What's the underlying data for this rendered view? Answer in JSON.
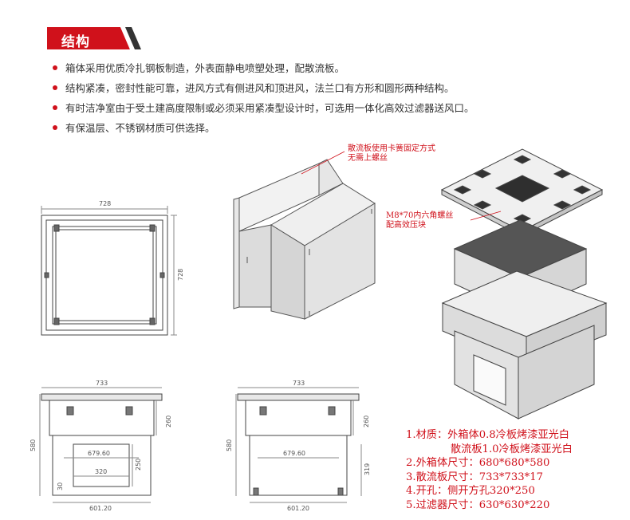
{
  "section": {
    "title": "结构"
  },
  "bullets": [
    "箱体采用优质冷扎钢板制造，外表面静电喷塑处理，配散流板。",
    "结构紧凑，密封性能可靠，进风方式有侧进风和顶进风，法兰口有方形和圆形两种结构。",
    "有时洁净室由于受土建高度限制或必须采用紧凑型设计时，可选用一体化高效过滤器送风口。",
    "有保温层、不锈钢材质可供选择。"
  ],
  "annotations": {
    "diffuser_1": "散流板使用卡簧固定方式",
    "diffuser_2": "无需上螺丝",
    "filter_1": "M8*70内六角螺丝",
    "filter_2": "配高效压块"
  },
  "dimensions": {
    "top_width": "728",
    "top_height": "728",
    "side_width_1": "733",
    "side_width_2": "733",
    "side_height_1": "580",
    "side_height_2": "580",
    "flange_1": "260",
    "flange_2": "260",
    "inner_1": "679.60",
    "inner_2": "679.60",
    "opening_w": "320",
    "opening_h": "250",
    "bottom_off": "30",
    "right_h": "319",
    "base_1": "601.20",
    "base_2": "601.20"
  },
  "specs": [
    "1.材质：外箱体0.8冷板烤漆亚光白",
    "散流板1.0冷板烤漆亚光白",
    "2.外箱体尺寸：680*680*580",
    "3.散流板尺寸：733*733*17",
    "4.开孔：侧开方孔320*250",
    "5.过滤器尺寸：630*630*220"
  ],
  "colors": {
    "accent": "#d0111b",
    "header_dark": "#333333"
  }
}
